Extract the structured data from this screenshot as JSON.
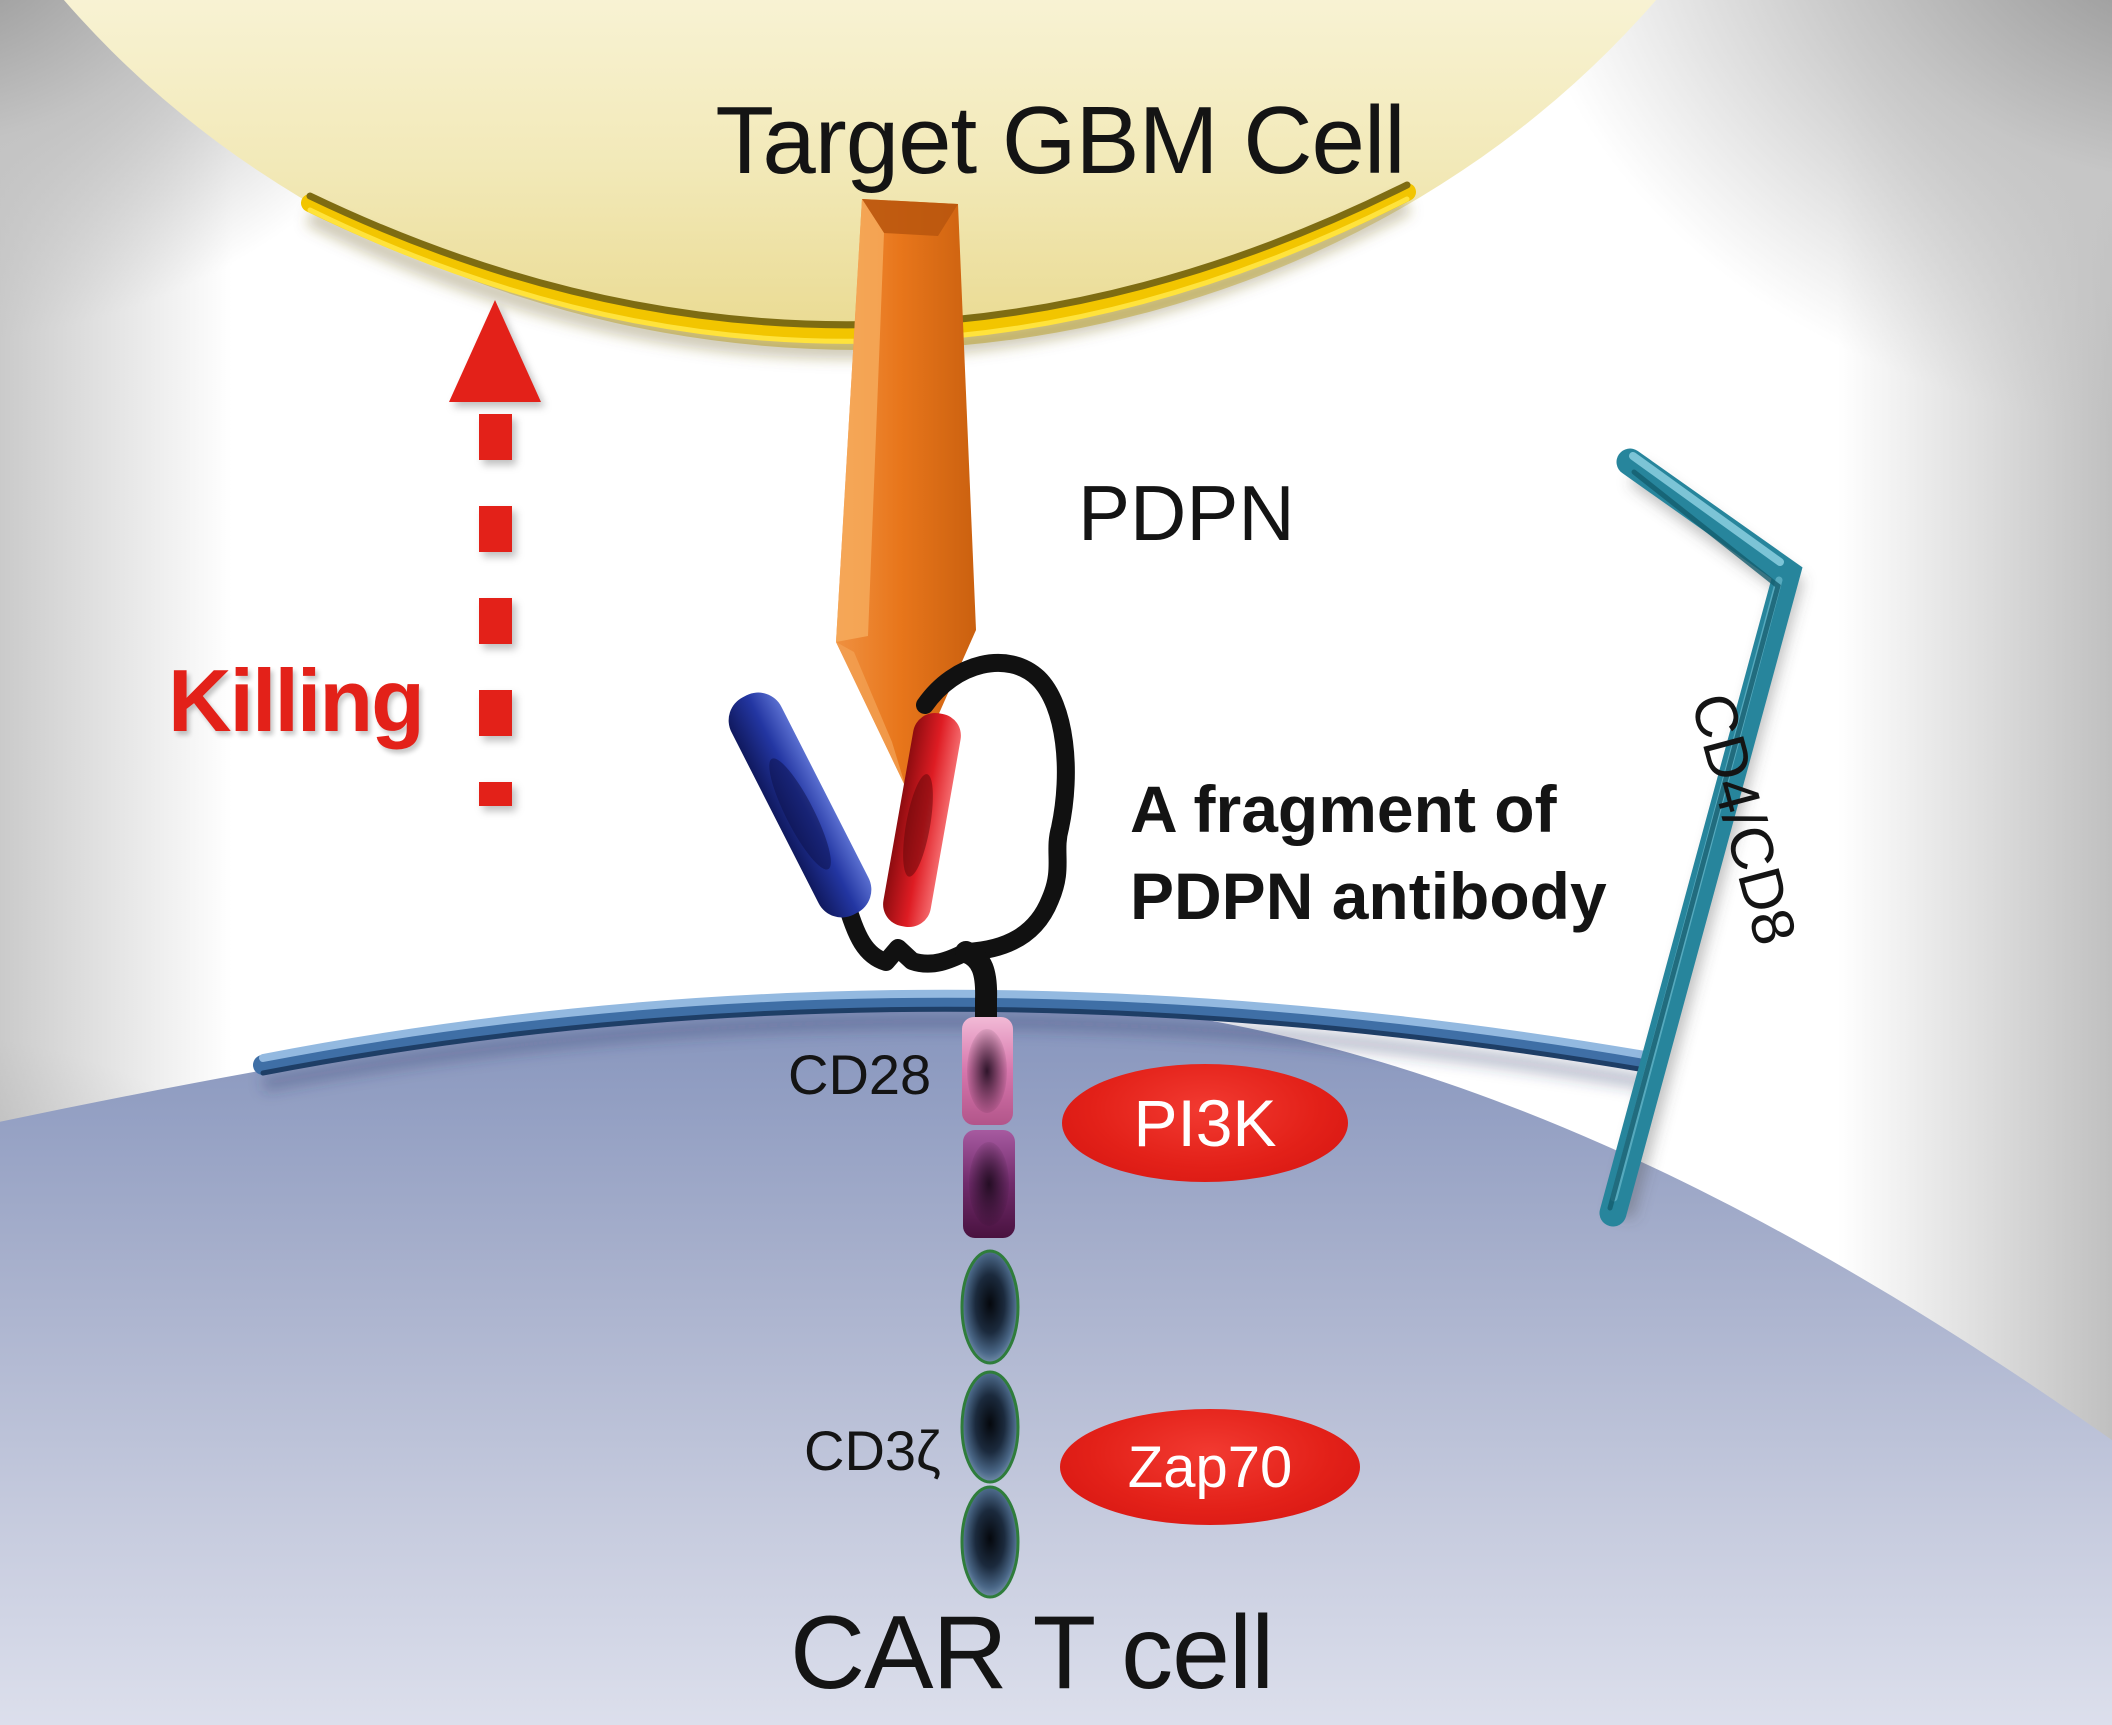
{
  "cells": {
    "target_cell_label": "Target GBM Cell",
    "car_t_cell_label": "CAR T cell"
  },
  "molecules": {
    "pdpn_label": "PDPN",
    "antibody_caption_line1": "A fragment of",
    "antibody_caption_line2": "PDPN antibody",
    "cd28_label": "CD28",
    "cd3zeta_label": "CD3ζ",
    "cd4cd8_label": "CD4/CD8",
    "pi3k_label": "PI3K",
    "zap70_label": "Zap70"
  },
  "annotations": {
    "killing_label": "Killing"
  },
  "colors": {
    "accent_red": "#e32119",
    "gbm_cell_yellow": "#f0e3a6",
    "gbm_membrane_gold": "#f2c500",
    "pdpn_orange": "#e8761b",
    "tcell_membrane_blue": "#3f6fa6",
    "tcell_body_lavender": "#aeb6d2",
    "cd4cd8_teal": "#27859c",
    "antibody_black": "#111111",
    "antibody_rod_blue": "#2336a2",
    "antibody_rod_red": "#de1c23",
    "cd28_pink": "#d676ac",
    "cd28_purple": "#702b6b",
    "cd3zeta_bead_blue": "#456183"
  }
}
